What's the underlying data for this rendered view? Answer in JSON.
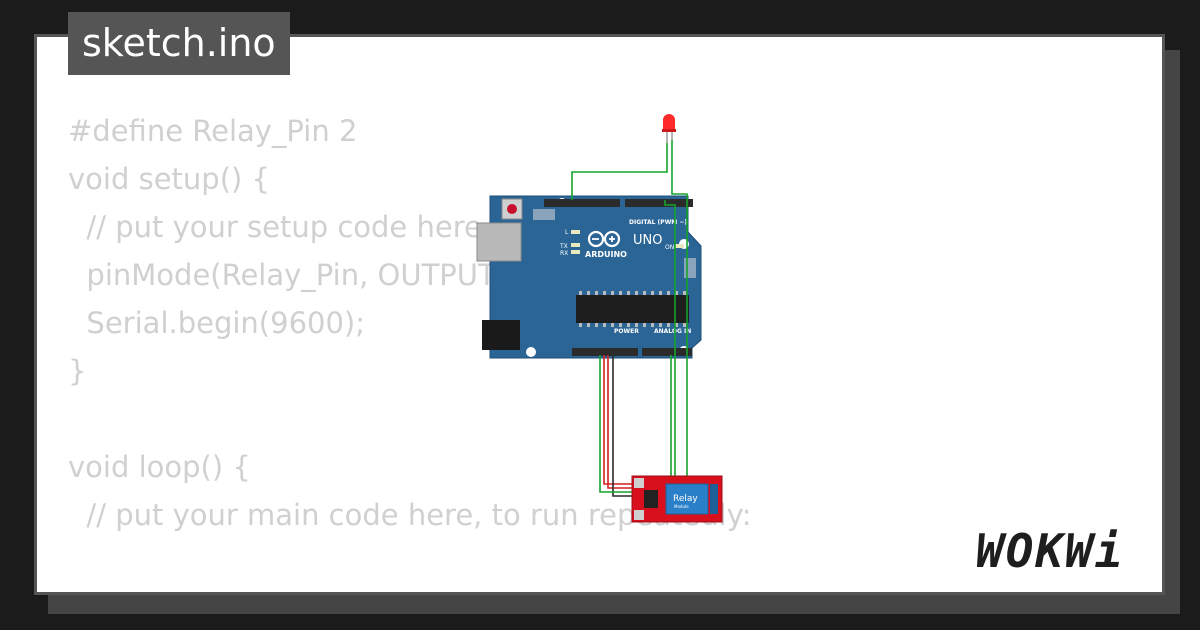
{
  "file_tab": {
    "title": "sketch.ino"
  },
  "code_lines": [
    "#define Relay_Pin 2",
    "void setup() {",
    "  // put your setup code here, to run once:",
    "  pinMode(Relay_Pin, OUTPUT);",
    "  Serial.begin(9600);",
    "}",
    "",
    "void loop() {",
    "  // put your main code here, to run repeatedly:",
    "",
    "}"
  ],
  "arduino": {
    "brand_label": "ARDUINO",
    "model_label": "UNO",
    "digital_label": "DIGITAL (PWM ~)",
    "power_label": "POWER",
    "analog_label": "ANALOG IN",
    "tx_label": "TX",
    "rx_label": "RX",
    "l_label": "L",
    "on_label": "ON"
  },
  "relay": {
    "label": "Relay",
    "sub_label": "Module"
  },
  "logo": {
    "text": "WOKWi"
  },
  "colors": {
    "board_blue": "#2a6596",
    "relay_red": "#d8101e",
    "wire_green": "#15a32a",
    "wire_red": "#d42020",
    "led_red": "#ff2a2a"
  }
}
